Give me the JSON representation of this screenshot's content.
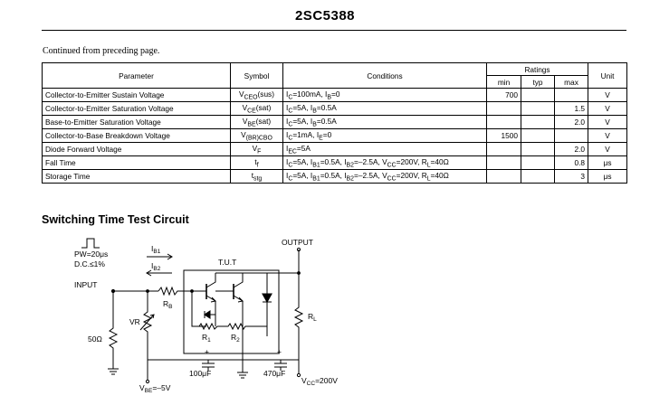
{
  "header": {
    "part_number": "2SC5388"
  },
  "continued_note": "Continued from preceding page.",
  "table": {
    "headers": {
      "parameter": "Parameter",
      "symbol": "Symbol",
      "conditions": "Conditions",
      "ratings": "Ratings",
      "min": "min",
      "typ": "typ",
      "max": "max",
      "unit": "Unit"
    },
    "rows": [
      {
        "parameter": "Collector-to-Emitter Sustain Voltage",
        "symbol": "V<sub>CEO</sub>(sus)",
        "conditions": "I<sub>C</sub>=100mA, I<sub>B</sub>=0",
        "min": "700",
        "typ": "",
        "max": "",
        "unit": "V"
      },
      {
        "parameter": "Collector-to-Emitter Saturation Voltage",
        "symbol": "V<sub>CE</sub>(sat)",
        "conditions": "I<sub>C</sub>=5A, I<sub>B</sub>=0.5A",
        "min": "",
        "typ": "",
        "max": "1.5",
        "unit": "V"
      },
      {
        "parameter": "Base-to-Emitter Saturation Voltage",
        "symbol": "V<sub>BE</sub>(sat)",
        "conditions": "I<sub>C</sub>=5A, I<sub>B</sub>=0.5A",
        "min": "",
        "typ": "",
        "max": "2.0",
        "unit": "V"
      },
      {
        "parameter": "Collector-to-Base Breakdown Voltage",
        "symbol": "V<sub>(BR)CBO</sub>",
        "conditions": "I<sub>C</sub>=1mA, I<sub>E</sub>=0",
        "min": "1500",
        "typ": "",
        "max": "",
        "unit": "V"
      },
      {
        "parameter": "Diode Forward Voltage",
        "symbol": "V<sub>F</sub>",
        "conditions": "I<sub>EC</sub>=5A",
        "min": "",
        "typ": "",
        "max": "2.0",
        "unit": "V"
      },
      {
        "parameter": "Fall Time",
        "symbol": "t<sub>f</sub>",
        "conditions": "I<sub>C</sub>=5A, I<sub>B1</sub>=0.5A, I<sub>B2</sub>=–2.5A, V<sub>CC</sub>=200V, R<sub>L</sub>=40Ω",
        "min": "",
        "typ": "",
        "max": "0.8",
        "unit": "μs"
      },
      {
        "parameter": "Storage Time",
        "symbol": "t<sub>stg</sub>",
        "conditions": "I<sub>C</sub>=5A, I<sub>B1</sub>=0.5A, I<sub>B2</sub>=–2.5A, V<sub>CC</sub>=200V, R<sub>L</sub>=40Ω",
        "min": "",
        "typ": "",
        "max": "3",
        "unit": "μs"
      }
    ]
  },
  "section_title": "Switching Time Test Circuit",
  "circuit": {
    "pw": "PW=20μs",
    "dc": "D.C.≤1%",
    "input": "INPUT",
    "output": "OUTPUT",
    "tut": "T.U.T",
    "ib1": "I<tspan font-size='6.5' dy='2'>B1</tspan>",
    "ib2": "I<tspan font-size='6.5' dy='2'>B2</tspan>",
    "rb": "R<tspan font-size='6.5' dy='2'>B</tspan>",
    "vr": "VR",
    "r1": "R<tspan font-size='6.5' dy='2'>1</tspan>",
    "r2": "R<tspan font-size='6.5' dy='2'>2</tspan>",
    "rl": "R<tspan font-size='6.5' dy='2'>L</tspan>",
    "r50": "50Ω",
    "c1": "100μF",
    "c2": "470μF",
    "vcc": "V<tspan font-size='6.5' dy='2'>CC</tspan><tspan dy='-2'>=200V</tspan>",
    "vbe": "V<tspan font-size='6.5' dy='2'>BE</tspan><tspan dy='-2'>=–5V</tspan>"
  }
}
